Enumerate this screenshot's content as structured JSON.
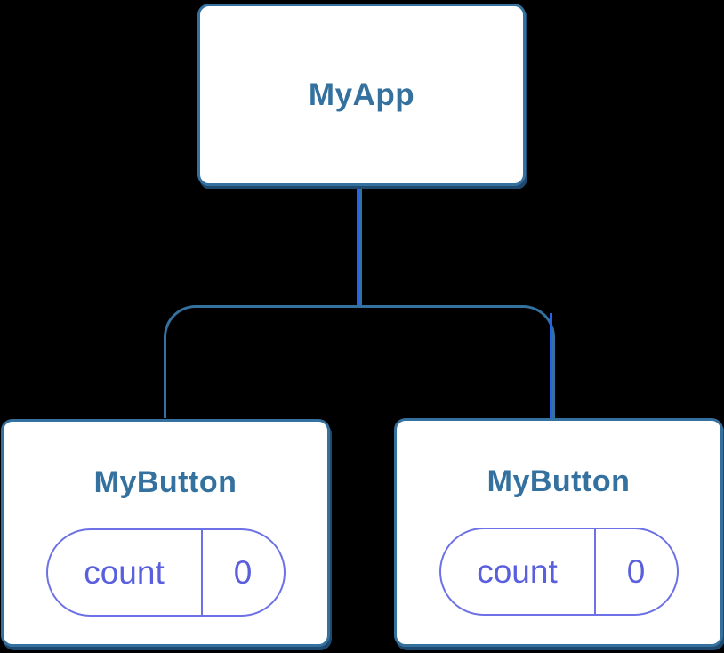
{
  "diagram": {
    "type": "component-tree",
    "tree": {
      "root": {
        "label": "MyApp"
      },
      "children": [
        {
          "label": "MyButton",
          "state": {
            "name": "count",
            "value": "0"
          }
        },
        {
          "label": "MyButton",
          "state": {
            "name": "count",
            "value": "0"
          }
        }
      ]
    },
    "colors": {
      "background": "#000000",
      "node_fill": "#ffffff",
      "node_border": "#35719f",
      "node_title_text": "#35719f",
      "node_shadow": "#1e4a70",
      "connector": "#35719f",
      "connector_highlight": "#2563eb",
      "state_pill_border": "#6d71e5",
      "state_pill_text": "#5a5fde"
    }
  }
}
